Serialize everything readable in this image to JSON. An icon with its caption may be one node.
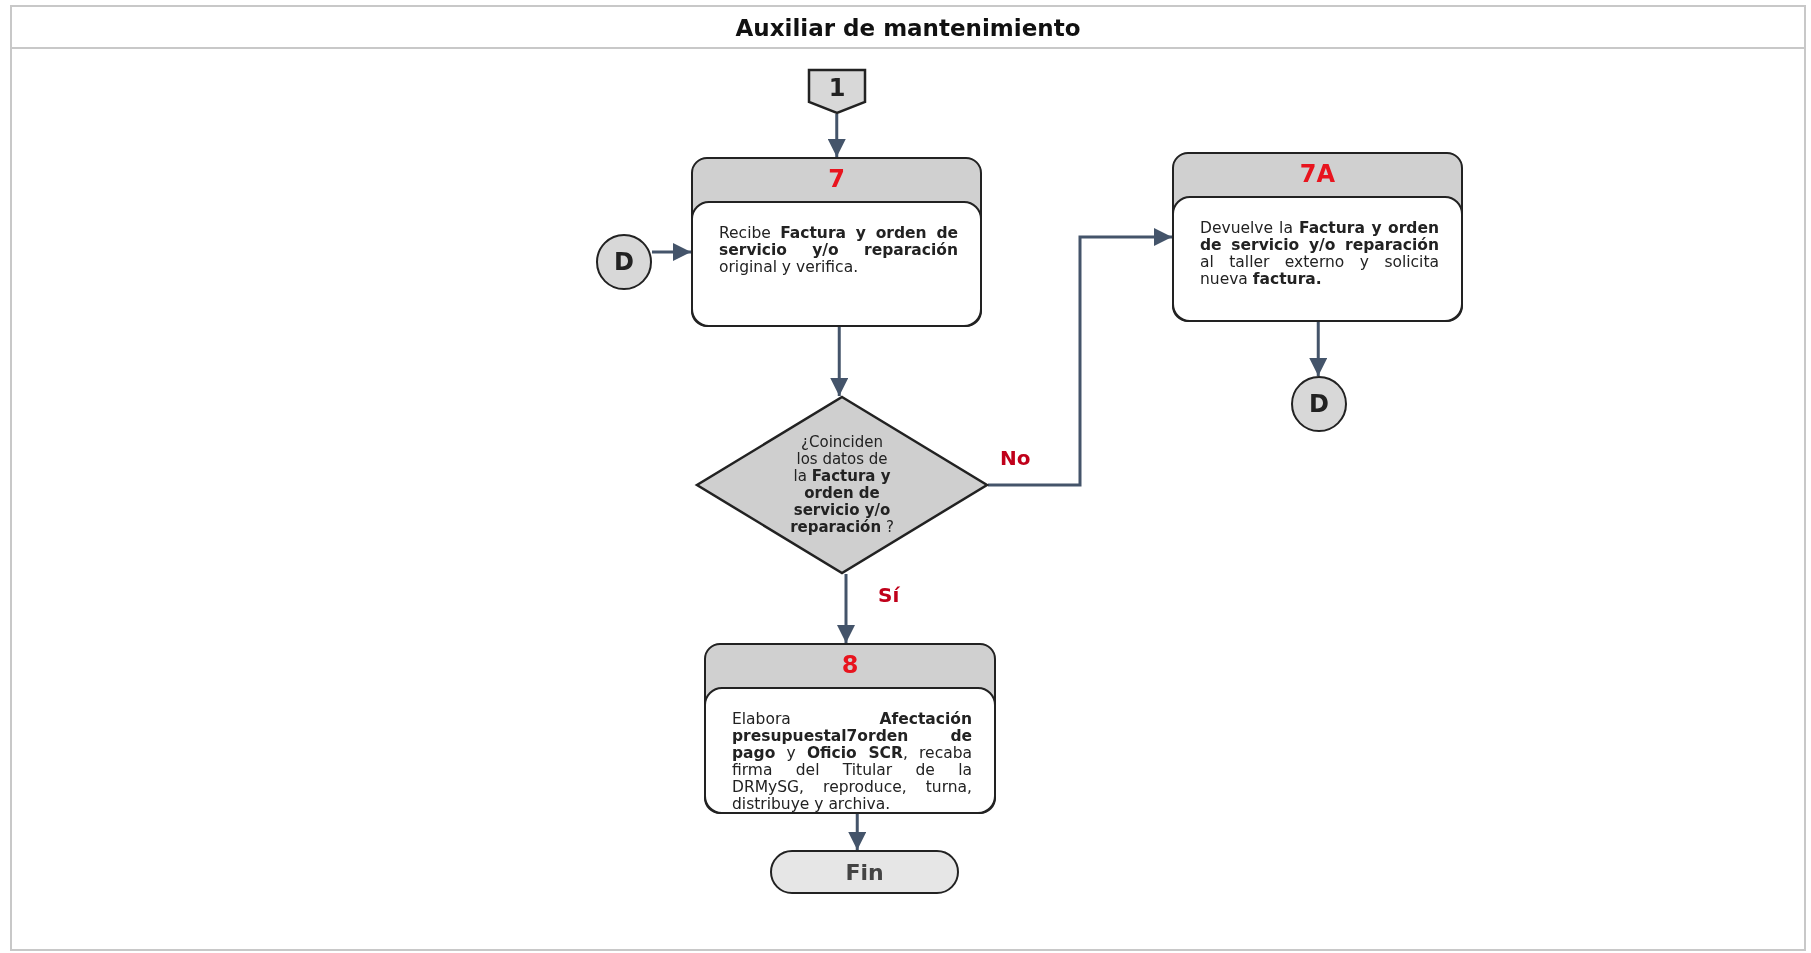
{
  "diagram": {
    "title": "Auxiliar de mantenimiento",
    "nodes": [
      {
        "text": [
          "1"
        ]
      },
      {
        "text": [
          "7",
          "Recibe **Factura y orden de servicio y/o reparación** original y verifica."
        ]
      },
      {
        "text": [
          "D"
        ]
      },
      {
        "text": [
          "¿Coinciden los datos de la **Factura y orden de servicio y/o reparación** ?"
        ]
      },
      {
        "text": [
          "7A",
          "Devuelve la **Factura y orden de servicio y/o reparación** al taller externo y solicita nueva **factura.**"
        ]
      },
      {
        "text": [
          "D"
        ]
      },
      {
        "text": [
          "8",
          "Elabora **Afectación presupuestal7orden de pago** y **Oficio SCR**, recaba firma del Titular de la DRMySG, reproduce, turna, distribuye y archiva."
        ]
      },
      {
        "text": [
          "Fin"
        ]
      }
    ],
    "edges": [
      {
        "from": 0,
        "to": 1,
        "arrow": "to"
      },
      {
        "from": 2,
        "to": 1,
        "arrow": "to"
      },
      {
        "from": 1,
        "to": 3,
        "arrow": "to"
      },
      {
        "from": 3,
        "to": 4,
        "arrow": "to",
        "label": "No"
      },
      {
        "from": 3,
        "to": 6,
        "arrow": "to",
        "label": "Sí"
      },
      {
        "from": 4,
        "to": 5,
        "arrow": "to"
      },
      {
        "from": 6,
        "to": 7,
        "arrow": "to"
      }
    ]
  }
}
